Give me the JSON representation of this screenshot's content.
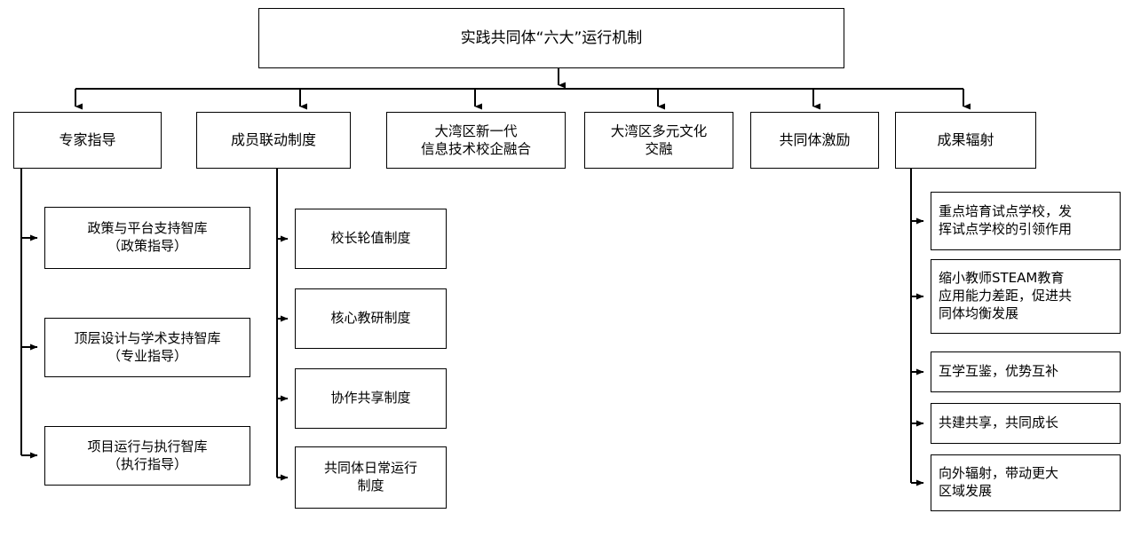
{
  "diagram": {
    "type": "org-tree",
    "title_node": "实践共同体“六大”运行机制",
    "level2": [
      "专家指导",
      "成员联动制度",
      "大湾区新一代\n信息技术校企融合",
      "大湾区多元文化\n交融",
      "共同体激励",
      "成果辐射"
    ],
    "column1_children": [
      "政策与平台支持智库\n（政策指导）",
      "顶层设计与学术支持智库\n（专业指导）",
      "项目运行与执行智库\n（执行指导）"
    ],
    "column2_children": [
      "校长轮值制度",
      "核心教研制度",
      "协作共享制度",
      "共同体日常运行\n制度"
    ],
    "column6_children": [
      "重点培育试点学校，发\n挥试点学校的引领作用",
      "缩小教师STEAM教育\n应用能力差距，促进共\n同体均衡发展",
      "互学互鉴，优势互补",
      "共建共享，共同成长",
      "向外辐射，带动更大\n区域发展"
    ],
    "colors": {
      "line": "#000000",
      "box_border": "#000000",
      "box_fill": "#ffffff",
      "text": "#000000",
      "background": "#ffffff"
    }
  }
}
